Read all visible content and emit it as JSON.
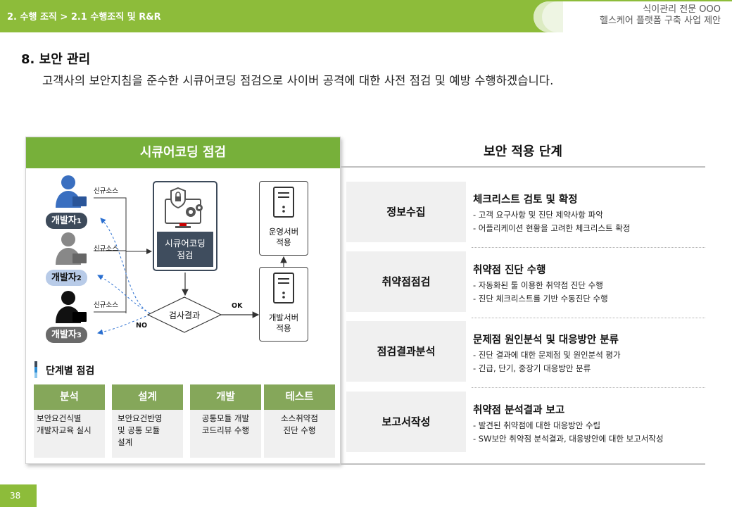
{
  "header": {
    "breadcrumb": "2. 수행 조직 > 2.1 수행조직 및 R&R",
    "right_line1": "식이관리 전문 OOO",
    "right_line2": "헬스케어 플랫폼 구축 사업 제안",
    "accent_color": "#8dbc3a"
  },
  "section": {
    "title": "8. 보안 관리",
    "description": "고객사의 보안지침을 준수한 시큐어코딩 점검으로 사이버 공격에 대한 사전 점검 및 예방 수행하겠습니다."
  },
  "secure_coding": {
    "title": "시큐어코딩 점검",
    "new_source_label": "신규소스",
    "developers": [
      {
        "label": "개발자",
        "num": "1",
        "icon": "person-blue-icon",
        "color": "#3a6fc0"
      },
      {
        "label": "개발자",
        "num": "2",
        "icon": "person-gray-icon",
        "color": "#888888"
      },
      {
        "label": "개발자",
        "num": "3",
        "icon": "person-black-icon",
        "color": "#111111"
      }
    ],
    "inspection_box": {
      "line1": "시큐어코딩",
      "line2": "점검",
      "icon": "secure-settings-monitor-icon"
    },
    "result_label": "검사결과",
    "ok_label": "OK",
    "no_label": "NO",
    "prod_server": {
      "line1": "운영서버",
      "line2": "적용",
      "icon": "server-icon"
    },
    "dev_server": {
      "line1": "개발서버",
      "line2": "적용",
      "icon": "server-icon"
    },
    "stage_title": "단계별 점검",
    "stages": [
      {
        "name": "분석",
        "lines": [
          "보안요건식별",
          "개발자교육 실시"
        ]
      },
      {
        "name": "설계",
        "lines": [
          "보안요건반영",
          "및 공통 모듈",
          "설계"
        ]
      },
      {
        "name": "개발",
        "lines": [
          "공통모듈 개발",
          "코드리뷰 수행"
        ]
      },
      {
        "name": "테스트",
        "lines": [
          "소스취약점",
          "진단 수행"
        ]
      }
    ]
  },
  "security_steps": {
    "title": "보안 적용 단계",
    "steps": [
      {
        "name": "정보수집",
        "title": "체크리스트 검토 및 확정",
        "lines": [
          "- 고객 요구사항 및 진단 제약사항 파악",
          "- 어플리케이션 현황을 고려한 체크리스트 확정"
        ]
      },
      {
        "name": "취약점점검",
        "title": "취약점 진단 수행",
        "lines": [
          "- 자동화된 툴 이용한 취약점 진단 수행",
          "- 진단 체크리스트를 기반 수동진단 수행"
        ]
      },
      {
        "name": "점검결과분석",
        "title": "문제점 원인분석 및 대응방안 분류",
        "lines": [
          "- 진단 결과에 대한 문제점 및 원인분석 평가",
          "- 긴급, 단기, 중장기 대응방안 분류"
        ]
      },
      {
        "name": "보고서작성",
        "title": "취약점 분석결과 보고",
        "lines": [
          "- 발견된 취약점에 대한 대응방안 수립",
          "- SW보안 취약점 분석결과, 대응방안에 대한 보고서작성"
        ]
      }
    ]
  },
  "page_number": "38"
}
